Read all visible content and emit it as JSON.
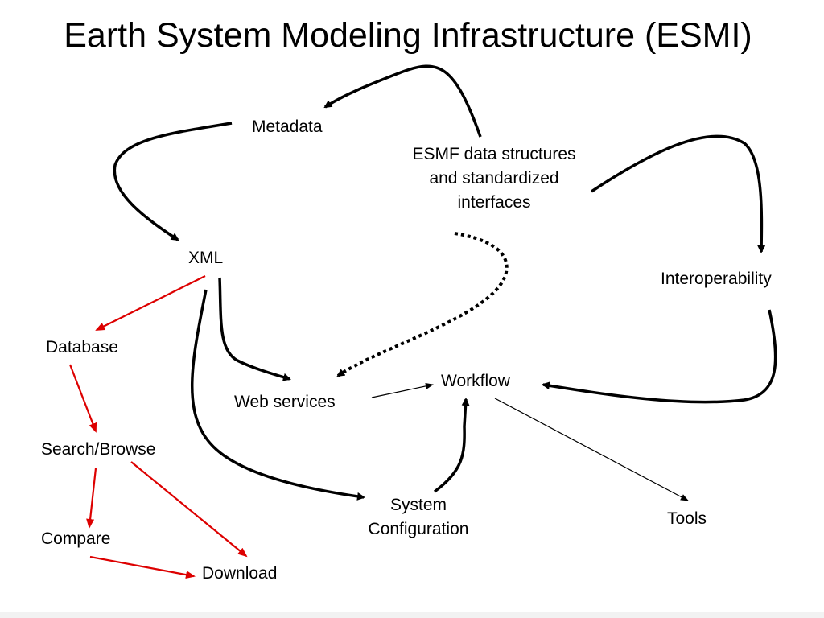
{
  "title": "Earth System Modeling Infrastructure (ESMI)",
  "nodes": {
    "metadata": "Metadata",
    "esmf": [
      "ESMF data structures",
      "and standardized",
      "interfaces"
    ],
    "xml": "XML",
    "interoperability": "Interoperability",
    "database": "Database",
    "web_services": "Web services",
    "workflow": "Workflow",
    "search_browse": "Search/Browse",
    "system_configuration": [
      "System",
      "Configuration"
    ],
    "tools": "Tools",
    "compare": "Compare",
    "download": "Download"
  },
  "colors": {
    "text": "#000000",
    "primary_arrow": "#000000",
    "data_access_arrow": "#dd0000",
    "background": "#ffffff"
  }
}
